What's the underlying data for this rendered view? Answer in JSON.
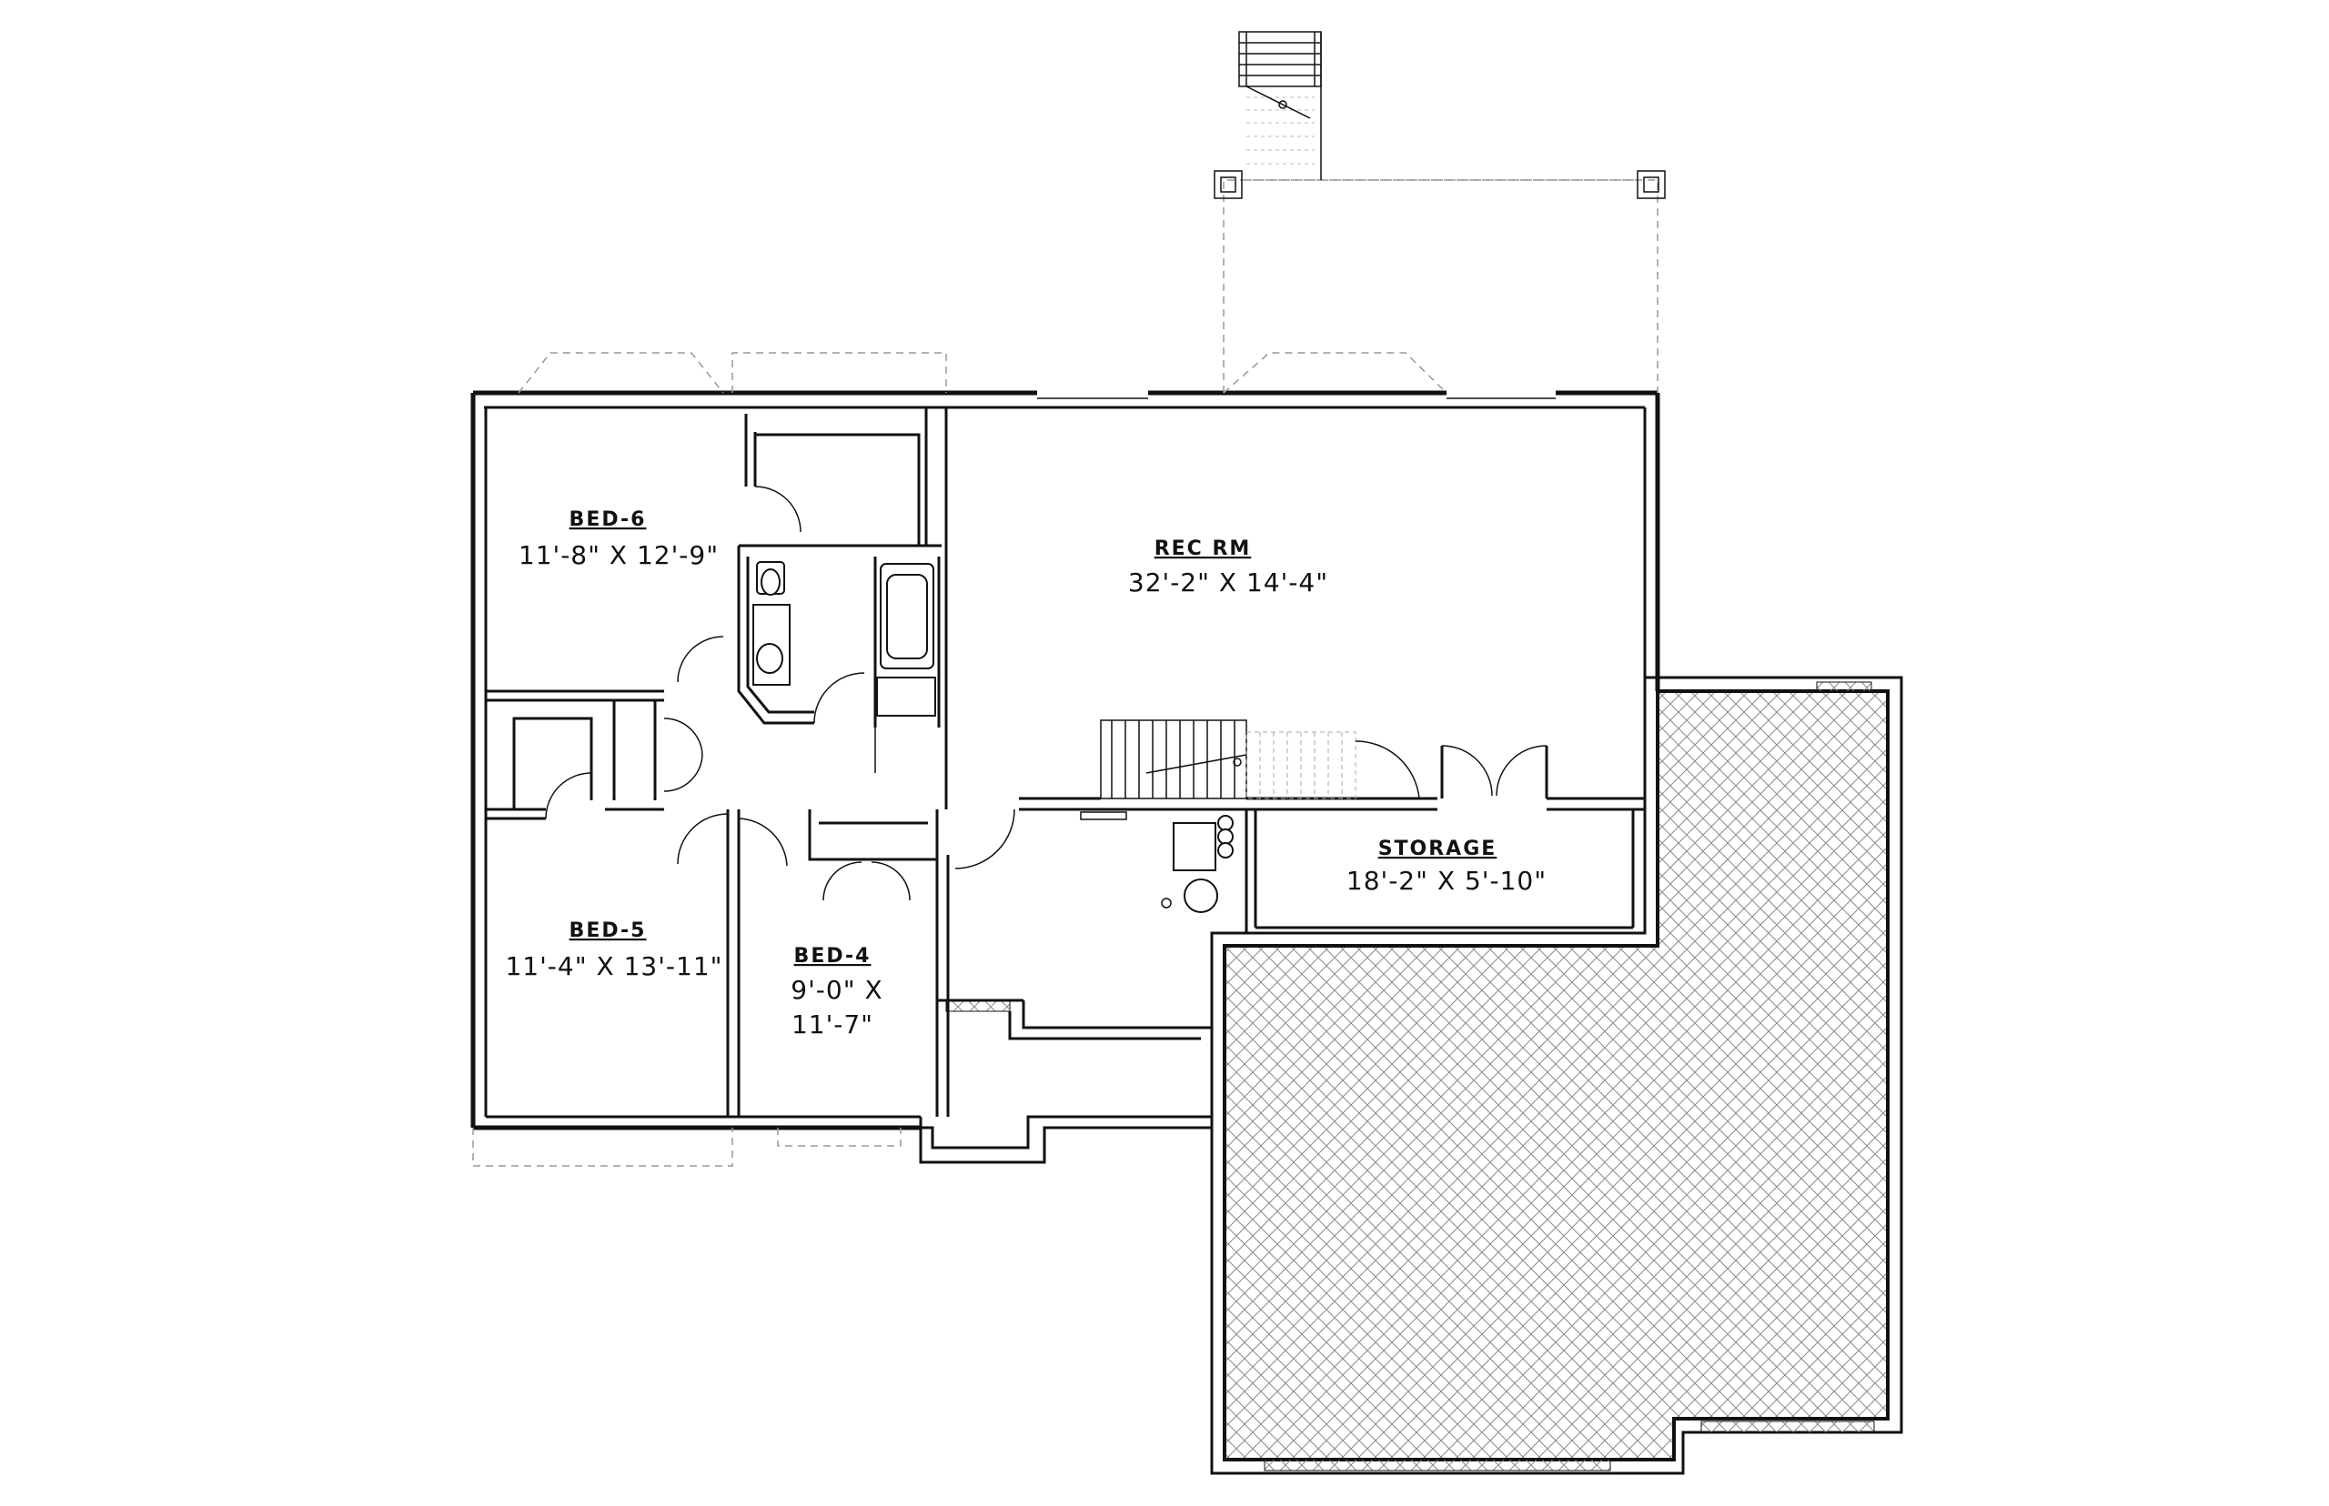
{
  "rooms": {
    "bed6": {
      "name": "BED-6",
      "size": "11'-8\" X 12'-9\""
    },
    "rec": {
      "name": "REC RM",
      "size": "32'-2\" X 14'-4\""
    },
    "storage": {
      "name": "STORAGE",
      "size": "18'-2\" X 5'-10\""
    },
    "bed5": {
      "name": "BED-5",
      "size": "11'-4\" X 13'-11\""
    },
    "bed4": {
      "name": "BED-4",
      "size_line1": "9'-0\" X",
      "size_line2": "11'-7\""
    }
  }
}
